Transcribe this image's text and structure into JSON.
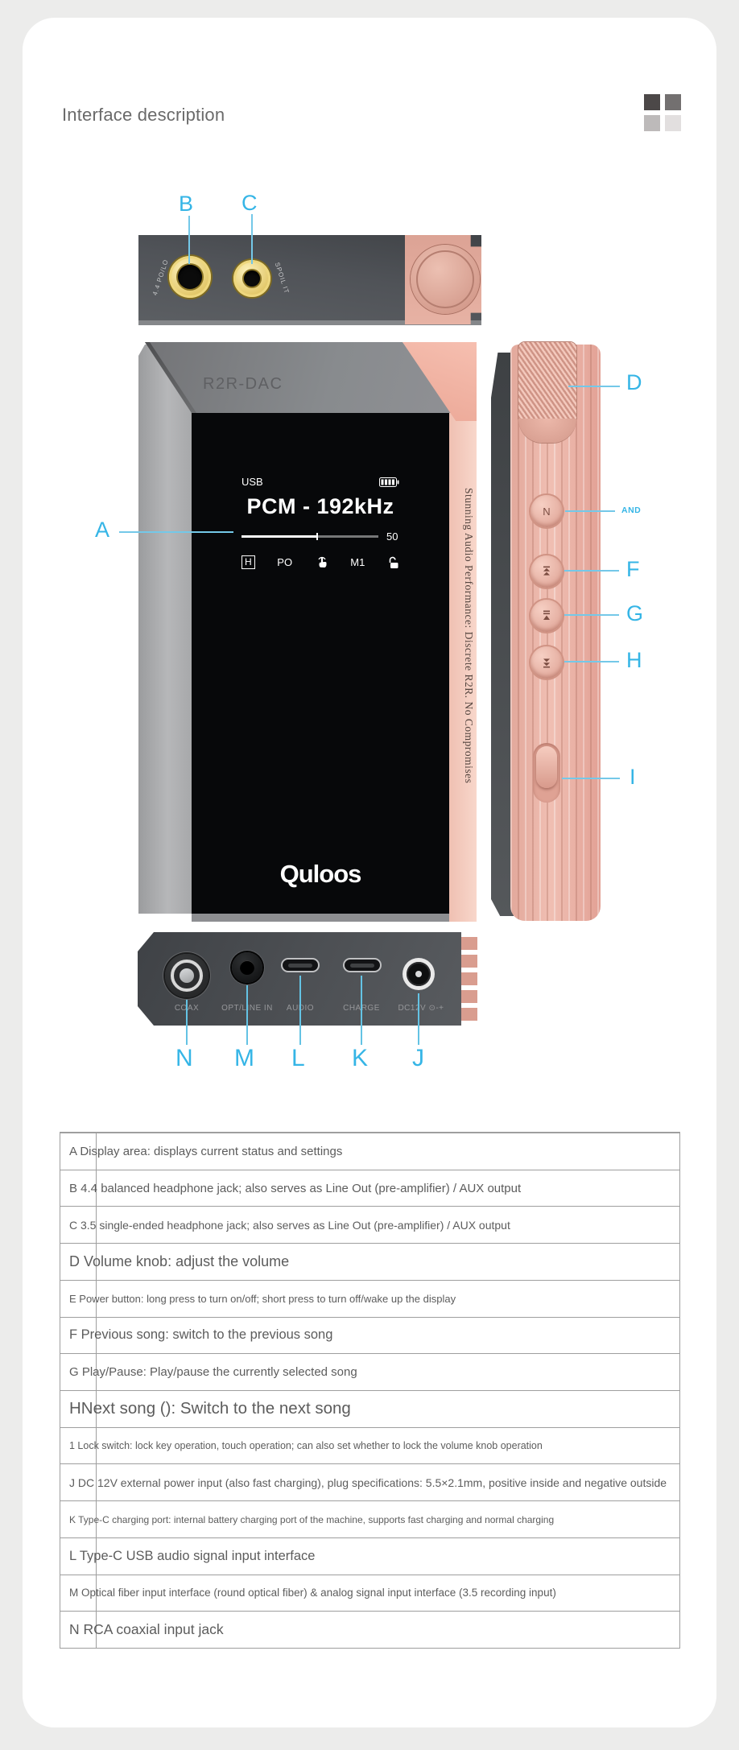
{
  "page": {
    "title": "Interface description"
  },
  "colors": {
    "accent": "#35B5E6",
    "background": "#ECECEB",
    "card": "#FFFFFF",
    "pink": "#EDB2A5",
    "body_gray": "#54575B",
    "gold": "#D7B545"
  },
  "decor_squares": {
    "tl": "#4C4848",
    "tr": "#737070",
    "bl": "#BDBABA",
    "br": "#E2DFDF"
  },
  "device": {
    "model": "R2R-DAC",
    "brand": "Quloos",
    "tagline": "Stunning Audio Performance: Discrete R2R. No Compromises",
    "top_view": {
      "jack_b_label": "4.4 PO/LO",
      "jack_c_label": "SPOIL IT"
    },
    "screen": {
      "source": "USB",
      "format": "PCM - 192kHz",
      "volume": "50",
      "status_h": "H",
      "status_po": "PO",
      "status_m1": "M1"
    },
    "side_view": {
      "power_button_label": "N"
    },
    "bottom_ports": {
      "coax": "COAX",
      "opt": "OPT/LINE IN",
      "audio": "AUDIO",
      "charge": "CHARGE",
      "dc": "DC12V ⊙-+"
    }
  },
  "callouts": {
    "a": "A",
    "b": "B",
    "c": "C",
    "d": "D",
    "e": "AND",
    "f": "F",
    "g": "G",
    "h": "H",
    "i": "I",
    "j": "J",
    "k": "K",
    "l": "L",
    "m": "M",
    "n": "N"
  },
  "table": {
    "rows": [
      {
        "text": "A Display area: displays current status and settings"
      },
      {
        "text": "B 4.4 balanced headphone jack; also serves as Line Out (pre-amplifier) / AUX output"
      },
      {
        "text": "C 3.5 single-ended headphone jack; also serves as Line Out (pre-amplifier) / AUX output"
      },
      {
        "text": "D Volume knob: adjust the volume"
      },
      {
        "text": "E Power button: long press to turn on/off; short press to turn off/wake up the display"
      },
      {
        "text": "F Previous song: switch to the previous song"
      },
      {
        "text": "G Play/Pause: Play/pause the currently selected song"
      },
      {
        "text": "HNext song (): Switch to the next song"
      },
      {
        "text": "1 Lock switch: lock key operation, touch operation; can also set whether to lock the volume knob operation"
      },
      {
        "text": "J DC 12V external power input (also fast charging), plug specifications: 5.5×2.1mm, positive inside and negative outside"
      },
      {
        "text": "K Type-C charging port: internal battery charging port of the machine, supports fast charging and normal charging"
      },
      {
        "text": "L Type-C USB audio signal input interface"
      },
      {
        "text": "M Optical fiber input interface (round optical fiber) & analog signal input interface (3.5 recording input)"
      },
      {
        "text": "N RCA coaxial input jack"
      }
    ]
  }
}
